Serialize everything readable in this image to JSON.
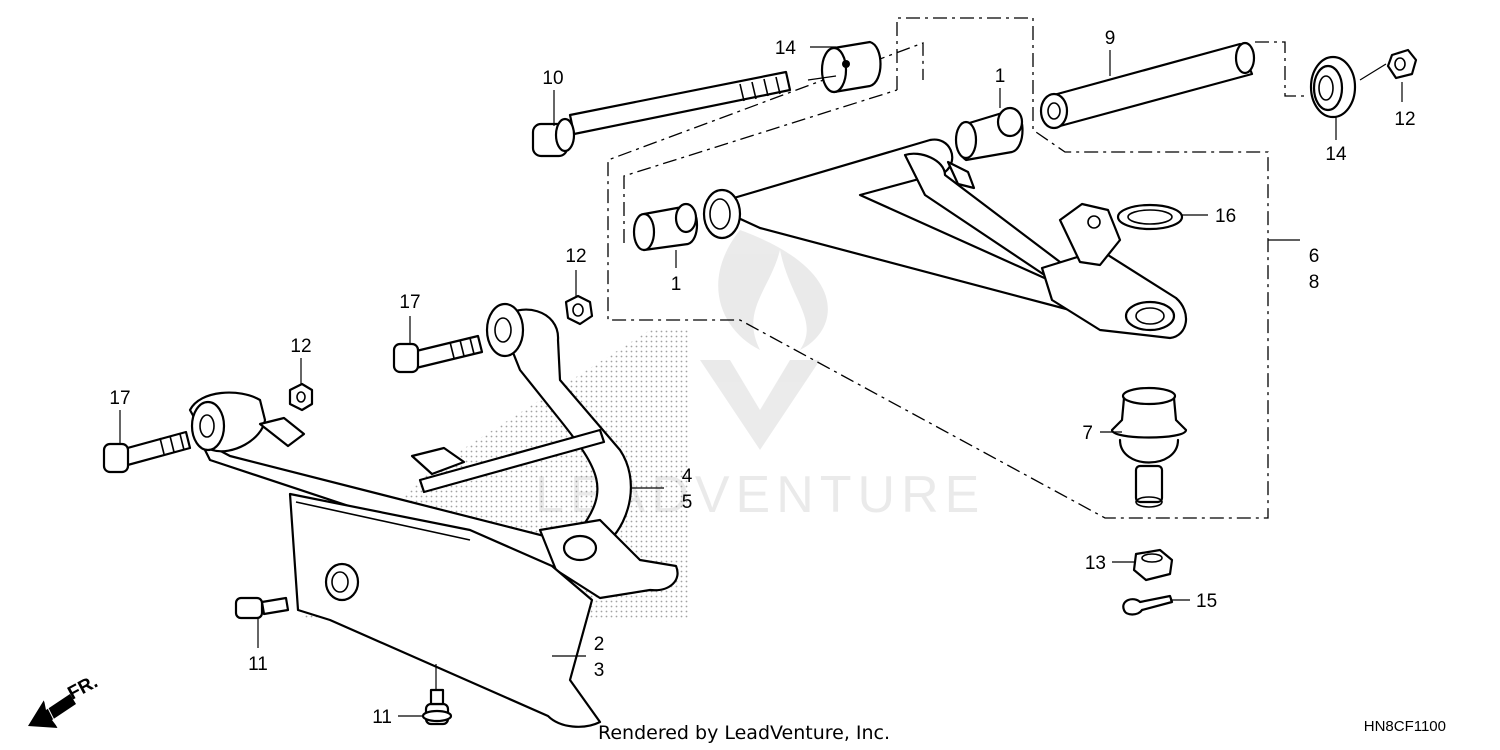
{
  "callouts": {
    "c14a": "14",
    "c10": "10",
    "c1a": "1",
    "c9": "9",
    "c12a": "12",
    "c14b": "14",
    "c16": "16",
    "c6": "6",
    "c8": "8",
    "c1b": "1",
    "c12b": "12",
    "c17a": "17",
    "c12c": "12",
    "c17b": "17",
    "c7": "7",
    "c4": "4",
    "c5": "5",
    "c13": "13",
    "c15": "15",
    "c2": "2",
    "c3": "3",
    "c11a": "11",
    "c11b": "11"
  },
  "front_indicator": "FR.",
  "watermark": "LEADVENTURE",
  "footer": {
    "rendered_by": "Rendered by LeadVenture, Inc.",
    "diagram_code": "HN8CF1100"
  },
  "icons": {
    "front_arrow": "front-arrow-icon",
    "watermark_logo": "leadventure-logo-icon"
  }
}
